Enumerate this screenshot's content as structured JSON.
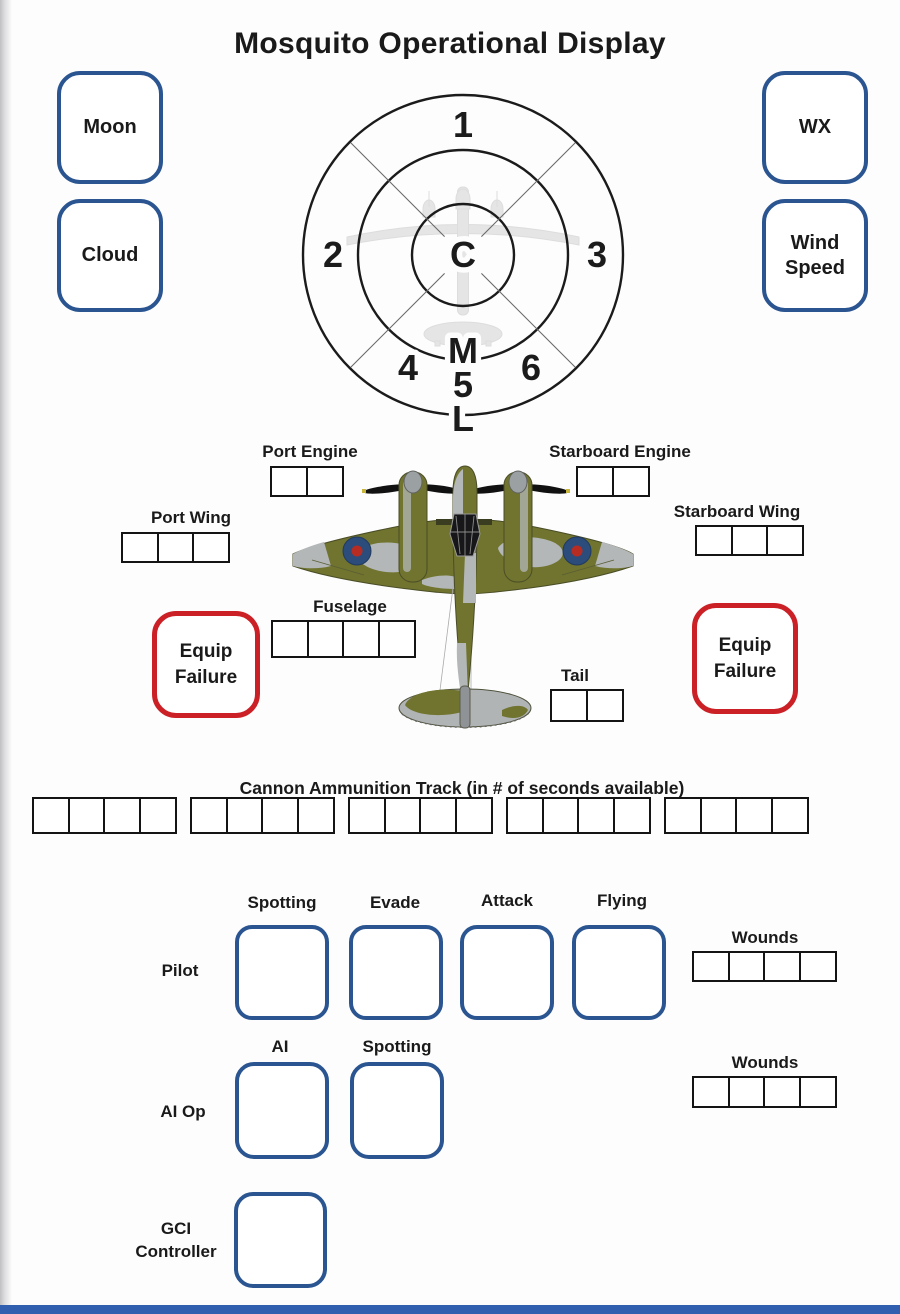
{
  "title": "Mosquito Operational Display",
  "condition_boxes": [
    {
      "label": "Moon"
    },
    {
      "label": "Cloud"
    },
    {
      "label": "WX"
    },
    {
      "label": "Wind Speed"
    }
  ],
  "range_diagram": {
    "sectors": [
      "1",
      "2",
      "3",
      "4",
      "5",
      "6"
    ],
    "range_bands": {
      "close": "C",
      "medium": "M",
      "long": "L"
    }
  },
  "damage_tracks": {
    "port_engine": {
      "label": "Port Engine",
      "boxes": 2
    },
    "starboard_engine": {
      "label": "Starboard Engine",
      "boxes": 2
    },
    "port_wing": {
      "label": "Port Wing",
      "boxes": 3
    },
    "starboard_wing": {
      "label": "Starboard Wing",
      "boxes": 3
    },
    "fuselage": {
      "label": "Fuselage",
      "boxes": 4
    },
    "tail": {
      "label": "Tail",
      "boxes": 2
    }
  },
  "equip_failure": {
    "line1": "Equip",
    "line2": "Failure"
  },
  "ammo_track": {
    "label": "Cannon Ammunition Track (in # of seconds available)",
    "groups": 5,
    "boxes_per_group": 4
  },
  "crew": {
    "pilot": {
      "label": "Pilot",
      "skills": [
        "Spotting",
        "Evade",
        "Attack",
        "Flying"
      ],
      "wounds": {
        "label": "Wounds",
        "boxes": 4
      }
    },
    "ai_op": {
      "label": "AI Op",
      "skills": [
        "AI",
        "Spotting"
      ],
      "wounds": {
        "label": "Wounds",
        "boxes": 4
      }
    },
    "gci": {
      "line1": "GCI",
      "line2": "Controller"
    }
  },
  "colors": {
    "box_blue": "#2a5591",
    "box_red": "#cb2026",
    "ink_black": "#1a1a1a",
    "track_border": "#141414",
    "camo_olive": "#70742e",
    "camo_gray": "#b3b7b8",
    "roundel_blue": "#2c4c7c",
    "roundel_red": "#b62c22",
    "page_edge_blue": "#2f5fae",
    "silhouette_gray": "#d2d2d4"
  }
}
